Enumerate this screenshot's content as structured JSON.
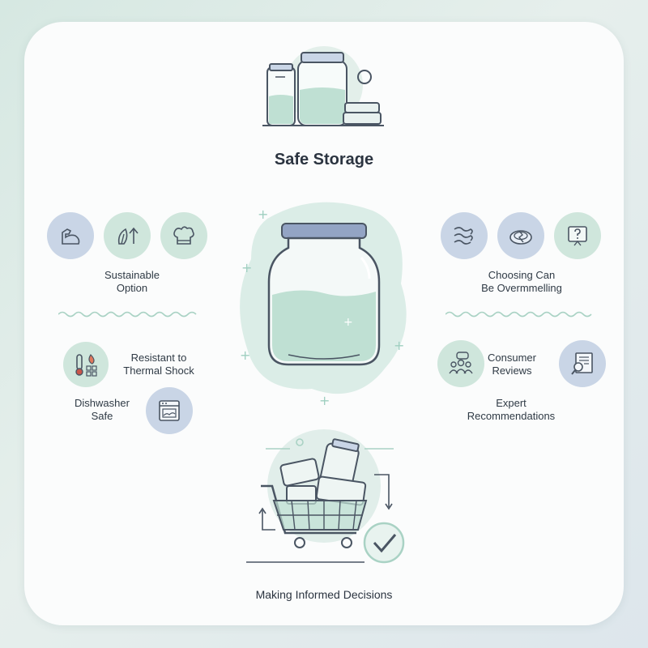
{
  "title": "Safe Storage",
  "left_top": {
    "icons": [
      "muscle-arm-icon",
      "leaf-arrow-icon",
      "chef-hat-icon"
    ],
    "label_line1": "Sustainable",
    "label_line2": "Option"
  },
  "left_bottom": {
    "thermal_line1": "Resistant to",
    "thermal_line2": "Thermal Shock",
    "dishwasher_line1": "Dishwasher",
    "dishwasher_line2": "Safe",
    "icons": [
      "thermometer-flame-icon",
      "dishwasher-icon"
    ]
  },
  "right_top": {
    "icons": [
      "steam-waves-icon",
      "cracked-plate-icon",
      "question-screen-icon"
    ],
    "label_line1": "Choosing Can",
    "label_line2": "Be Overmmelling"
  },
  "right_bottom": {
    "reviews_line1": "Consumer",
    "reviews_line2": "Reviews",
    "expert_line1": "Expert",
    "expert_line2": "Recommendations",
    "icons": [
      "people-chat-icon",
      "document-search-icon"
    ]
  },
  "bottom_label": "Making Informed Decisions",
  "colors": {
    "blue_circle": "#c9d5e6",
    "green_circle": "#cfe6dc",
    "line": "#4a5563",
    "liquid": "#bfe0d3",
    "lid": "#93a4c4"
  }
}
